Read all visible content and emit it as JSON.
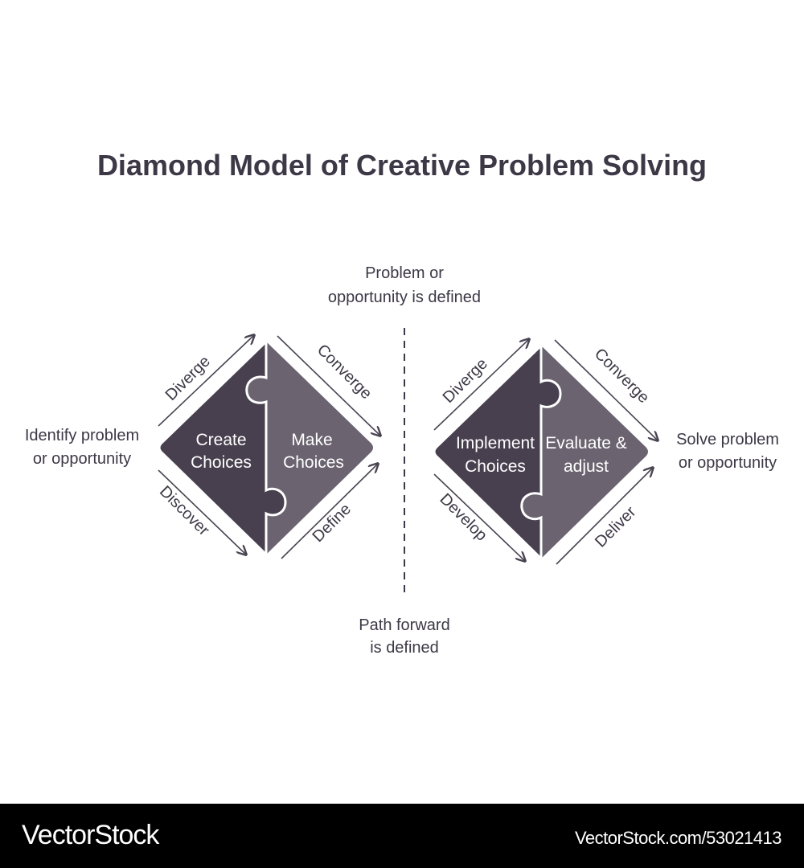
{
  "title": "Diamond Model of Creative Problem Solving",
  "colors": {
    "dark": "#48404f",
    "light": "#6b6470",
    "text": "#3d3846"
  },
  "top_label": [
    "Problem or",
    "opportunity is defined"
  ],
  "bottom_label": [
    "Path forward",
    "is defined"
  ],
  "left_label": [
    "Identify problem",
    "or opportunity"
  ],
  "right_label": [
    "Solve problem",
    "or opportunity"
  ],
  "diamond1": {
    "left": [
      "Create",
      "Choices"
    ],
    "right": [
      "Make",
      "Choices"
    ],
    "arrows": {
      "top_left": "Diverge",
      "bottom_left": "Discover",
      "top_right": "Converge",
      "bottom_right": "Define"
    }
  },
  "diamond2": {
    "left": [
      "Implement",
      "Choices"
    ],
    "right": [
      "Evaluate &",
      "adjust"
    ],
    "arrows": {
      "top_left": "Diverge",
      "bottom_left": "Develop",
      "top_right": "Converge",
      "bottom_right": "Deliver"
    }
  },
  "footer": {
    "brand": "VectorStock",
    "url": "VectorStock.com/53021413"
  }
}
